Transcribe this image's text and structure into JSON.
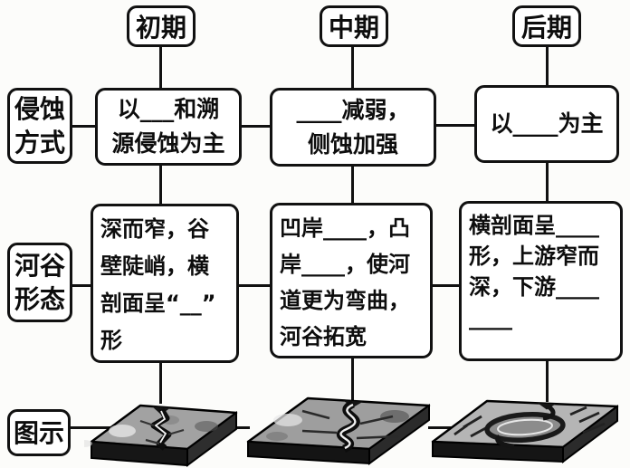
{
  "colors": {
    "line": "#111111",
    "background": "#fcfcfa",
    "box_background": "#ffffff",
    "block_top_gray": "#a2a2a2",
    "block_side_dark": "#151515"
  },
  "stages": [
    {
      "label": "初期"
    },
    {
      "label": "中期"
    },
    {
      "label": "后期"
    }
  ],
  "row_labels": {
    "erosion_lines": [
      "侵蚀",
      "方式"
    ],
    "valley_lines": [
      "河谷",
      "形态"
    ],
    "illustration": "图示"
  },
  "erosion_method": [
    {
      "stage": "初期",
      "lines": [
        "以___和溯",
        "源侵蚀为主"
      ],
      "text": "以___和溯源侵蚀为主"
    },
    {
      "stage": "中期",
      "lines": [
        "____减弱，",
        "侧蚀加强"
      ],
      "text": "____减弱，侧蚀加强"
    },
    {
      "stage": "后期",
      "lines": [
        "以____为主"
      ],
      "text": "以____为主"
    }
  ],
  "valley_form": [
    {
      "stage": "初期",
      "lines": [
        "深而窄，谷",
        "壁陡峭，横",
        "剖面呈“__”",
        "形"
      ],
      "text": "深而窄，谷壁陡峭，横剖面呈“__”形"
    },
    {
      "stage": "中期",
      "lines": [
        "凹岸____，凸",
        "岸____，使河",
        "道更为弯曲，",
        "河谷拓宽"
      ],
      "text": "凹岸____，凸岸____，使河道更为弯曲，河谷拓宽"
    },
    {
      "stage": "后期",
      "lines": [
        "横剖面呈____",
        "形，上游窄而",
        "深，下游____",
        "",
        "____"
      ],
      "text": "横剖面呈____形，上游窄而深，下游________"
    }
  ],
  "illustrations": [
    {
      "stage": "初期",
      "name": "narrow-v-shaped-valley-block"
    },
    {
      "stage": "中期",
      "name": "meandering-river-valley-block"
    },
    {
      "stage": "后期",
      "name": "wide-valley-broad-meander-block"
    }
  ]
}
